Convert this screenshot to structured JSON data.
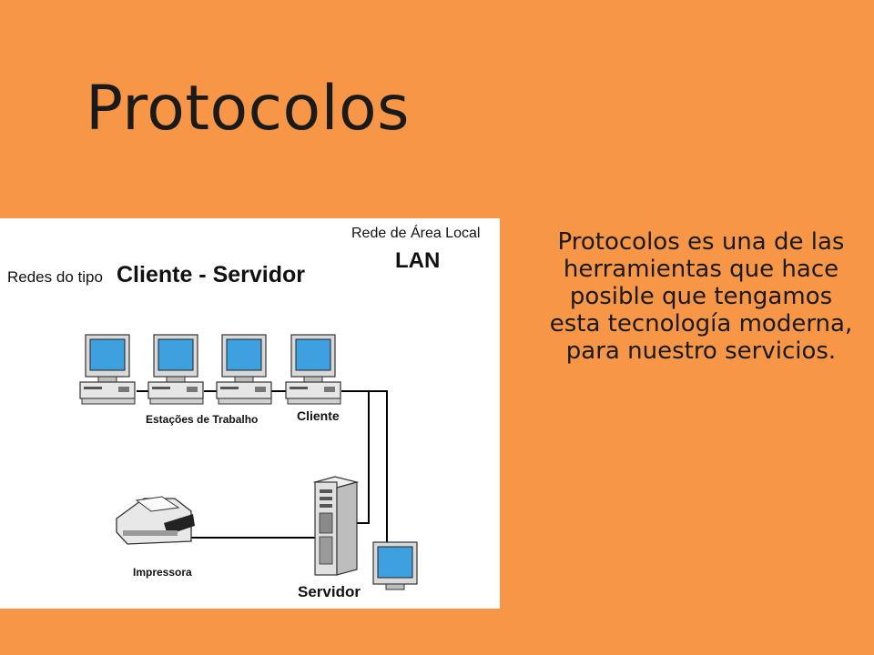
{
  "slide": {
    "title": "Protocolos",
    "body": "Protocolos es  una de las herramientas que hace posible que tengamos esta tecnología moderna, para nuestro servicios."
  },
  "diagram": {
    "header_prefix": "Redes do tipo",
    "header_main": "Cliente - Servidor",
    "network_name": "Rede de Área Local",
    "network_abbr": "LAN",
    "workstations_label": "Estações de Trabalho",
    "client_label": "Cliente",
    "printer_label": "Impressora",
    "server_label": "Servidor"
  },
  "colors": {
    "background": "#F79646",
    "screen": "#3FA0E0",
    "line": "#000000"
  }
}
